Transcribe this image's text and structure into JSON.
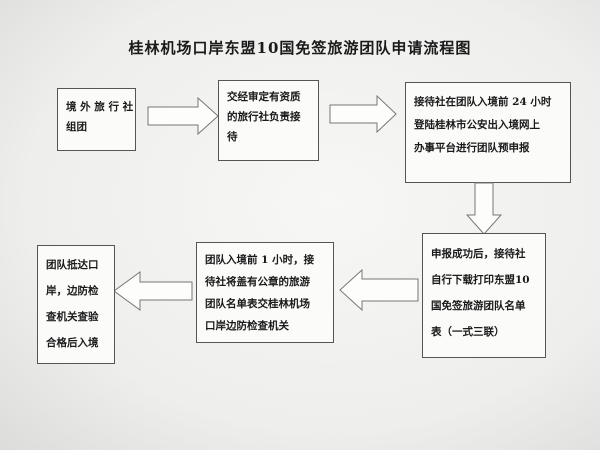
{
  "title": "桂林机场口岸东盟10国免签旅游团队申请流程图",
  "steps": [
    {
      "lines": [
        "境 外 旅 行 社",
        "组团"
      ]
    },
    {
      "lines": [
        "交经审定有资质",
        "的旅行社负责接",
        "待"
      ]
    },
    {
      "lines": [
        "接待社在团队入境前 24 小时",
        "登陆桂林市公安出入境网上",
        "办事平台进行团队预申报"
      ]
    },
    {
      "lines": [
        "申报成功后，接待社",
        "自行下载打印东盟10",
        "国免签旅游团队名单",
        "表（一式三联）"
      ]
    },
    {
      "lines": [
        "团队入境前 1 小时，接",
        "待社将盖有公章的旅游",
        "团队名单表交桂林机场",
        "口岸边防检查机关"
      ]
    },
    {
      "lines": [
        "团队抵达口",
        "岸，边防检",
        "查机关查验",
        "合格后入境"
      ]
    }
  ]
}
